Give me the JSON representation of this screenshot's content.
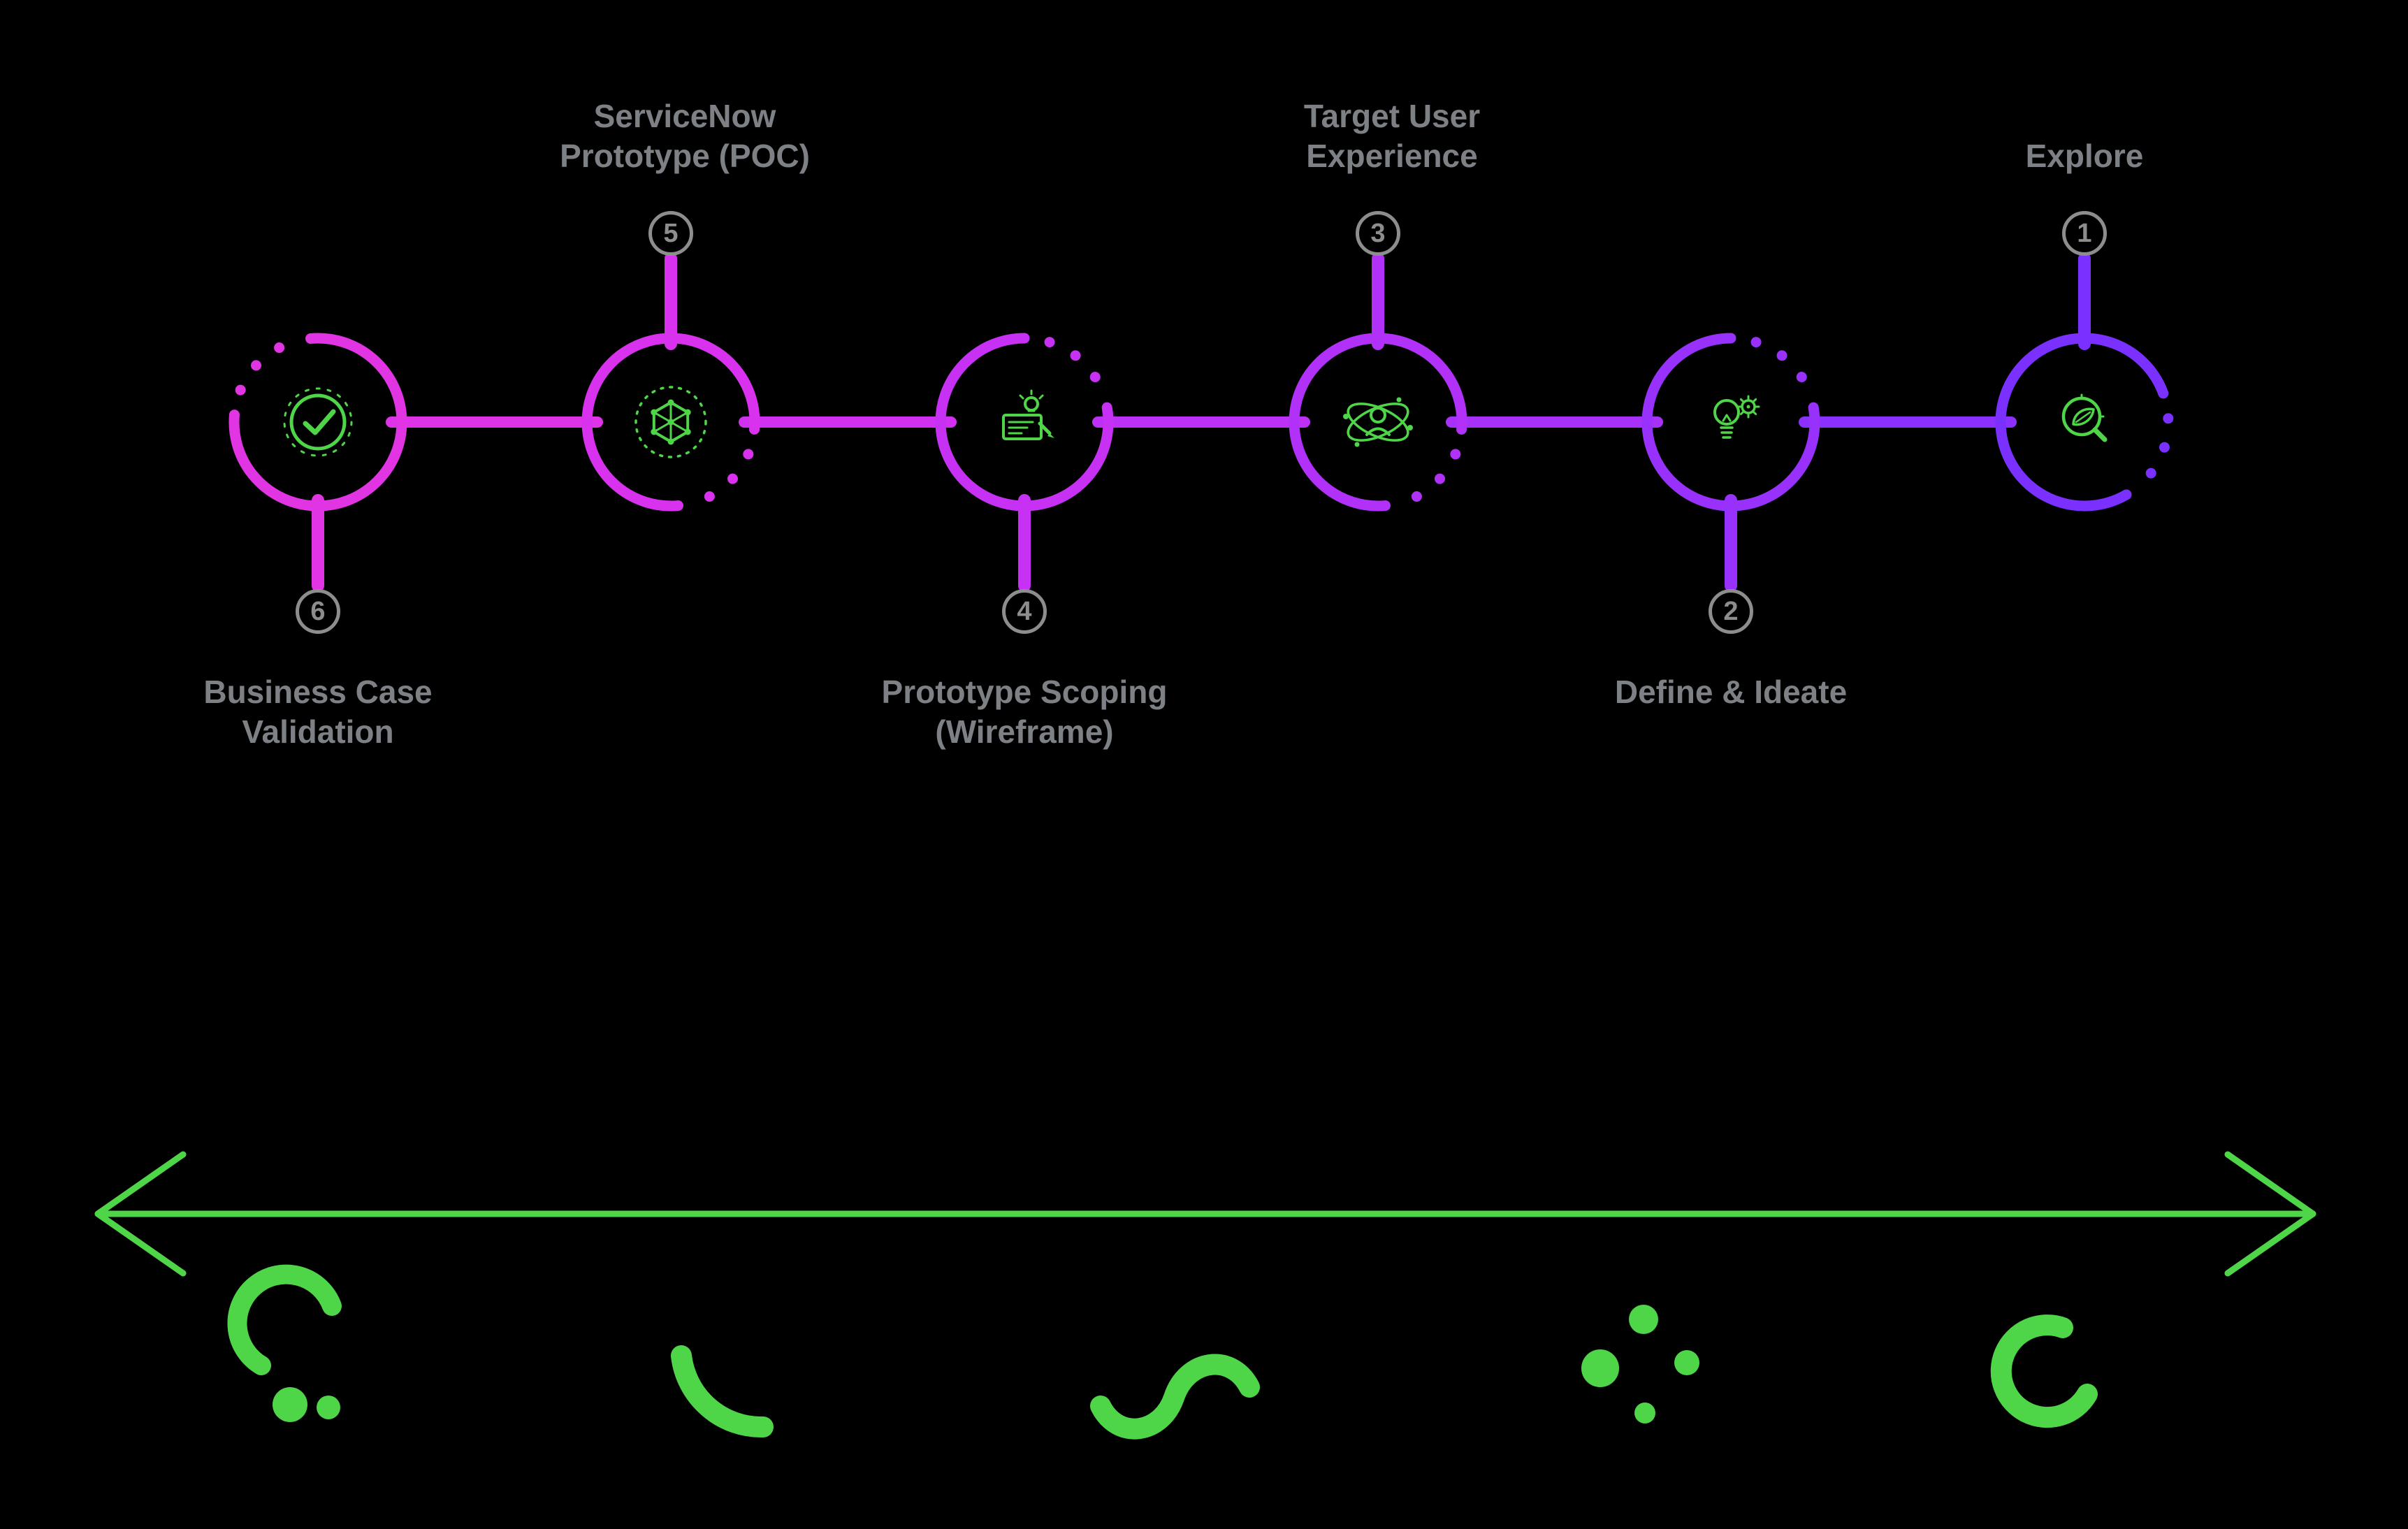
{
  "diagram": {
    "type": "process-flow",
    "direction": "right-to-left",
    "steps": [
      {
        "number": "1",
        "label": "Explore",
        "label_position": "top",
        "icon": "explore-magnifier-icon"
      },
      {
        "number": "2",
        "label": "Define & Ideate",
        "label_position": "bottom",
        "icon": "lightbulb-gear-icon"
      },
      {
        "number": "3",
        "label": "Target User\nExperience",
        "label_position": "top",
        "icon": "user-orbit-icon"
      },
      {
        "number": "4",
        "label": "Prototype Scoping\n(Wireframe)",
        "label_position": "bottom",
        "icon": "wireframe-blueprint-icon"
      },
      {
        "number": "5",
        "label": "ServiceNow\nPrototype (POC)",
        "label_position": "top",
        "icon": "network-cube-icon"
      },
      {
        "number": "6",
        "label": "Business Case\nValidation",
        "label_position": "bottom",
        "icon": "check-circle-icon"
      }
    ],
    "colors": {
      "background": "#000000",
      "accent_green": "#4fd548",
      "label_gray": "#7d8186",
      "number_gray": "#8d8d8d",
      "gradient_left_magenta": "#e135e3",
      "gradient_right_purple": "#7a30ff"
    },
    "bottom_band": {
      "arrow": "double-headed-horizontal",
      "decor_glyphs": [
        "arc-with-dots",
        "swoosh-arc",
        "s-curve",
        "dot-cluster",
        "crescent-arc"
      ]
    }
  }
}
